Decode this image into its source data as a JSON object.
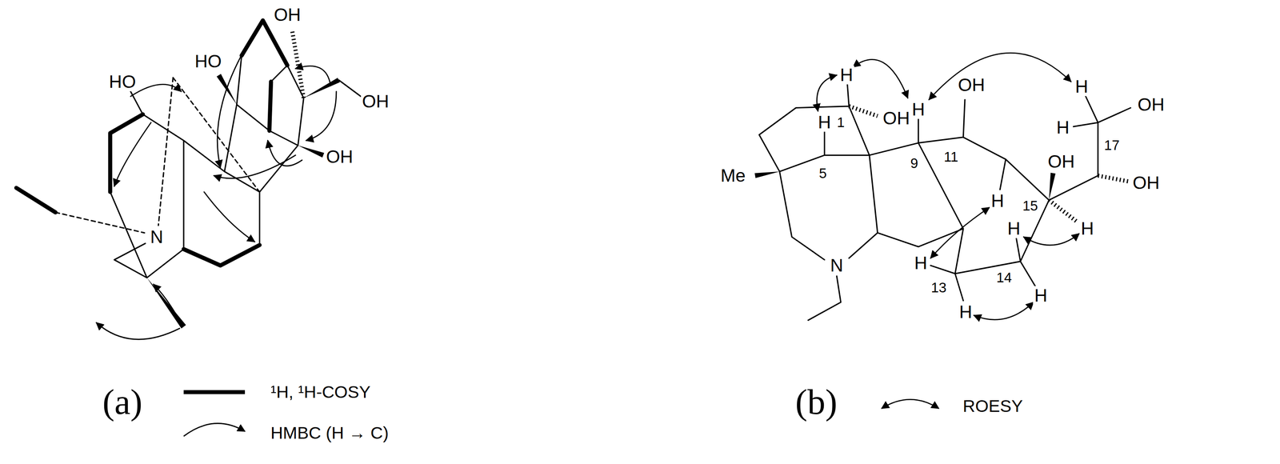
{
  "diagram": {
    "labels": [
      "HO",
      "HO",
      "OH",
      "OH",
      "OH",
      "N",
      "(a)",
      "Me",
      "H",
      "H",
      "1",
      "5",
      "OH",
      "H",
      "9",
      "OH",
      "11",
      "H",
      "H",
      "OH",
      "17",
      "OH",
      "15",
      "OH",
      "H",
      "H",
      "N",
      "H",
      "13",
      "H",
      "H",
      "14",
      "H",
      "(b)"
    ],
    "legend": [
      {
        "text": "¹H, ¹H-COSY"
      },
      {
        "text": "HMBC  (H → C)"
      },
      {
        "text": "ROESY"
      }
    ]
  }
}
